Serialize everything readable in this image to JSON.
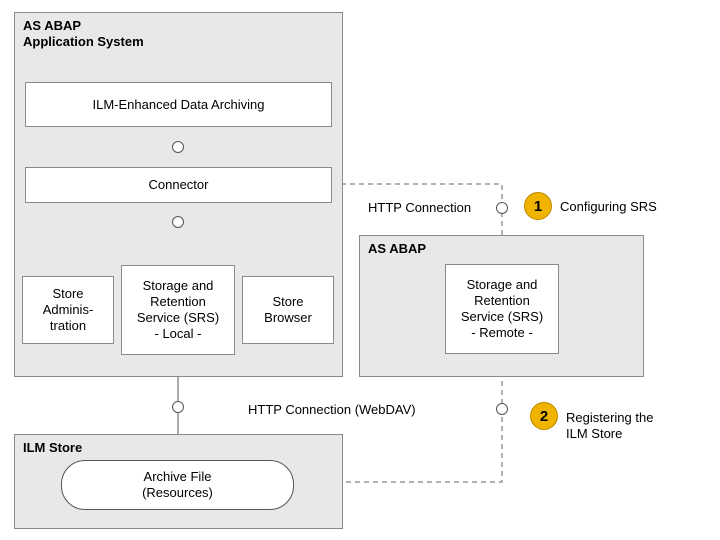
{
  "as_abap_system": {
    "title_line1": "AS ABAP",
    "title_line2": "Application System",
    "ilm_archiving": "ILM-Enhanced Data Archiving",
    "connector": "Connector",
    "store_admin": [
      "Store",
      "Adminis-",
      "tration"
    ],
    "srs_local": [
      "Storage and",
      "Retention",
      "Service (SRS)",
      "- Local -"
    ],
    "store_browser": [
      "Store",
      "Browser"
    ]
  },
  "as_abap_remote": {
    "title": "AS ABAP",
    "srs_remote": [
      "Storage and",
      "Retention",
      "Service (SRS)",
      "- Remote -"
    ]
  },
  "ilm_store": {
    "title": "ILM Store",
    "archive_file": [
      "Archive File",
      "(Resources)"
    ]
  },
  "connections": {
    "http_connection": "HTTP Connection",
    "http_connection_webdav": "HTTP Connection (WebDAV)"
  },
  "steps": [
    {
      "number": "1",
      "label": [
        "Configuring SRS"
      ]
    },
    {
      "number": "2",
      "label": [
        "Registering the",
        "ILM Store"
      ]
    }
  ],
  "colors": {
    "badge": "#f0b400",
    "container_fill": "#e8e8e8",
    "border": "#8a8a8a"
  }
}
